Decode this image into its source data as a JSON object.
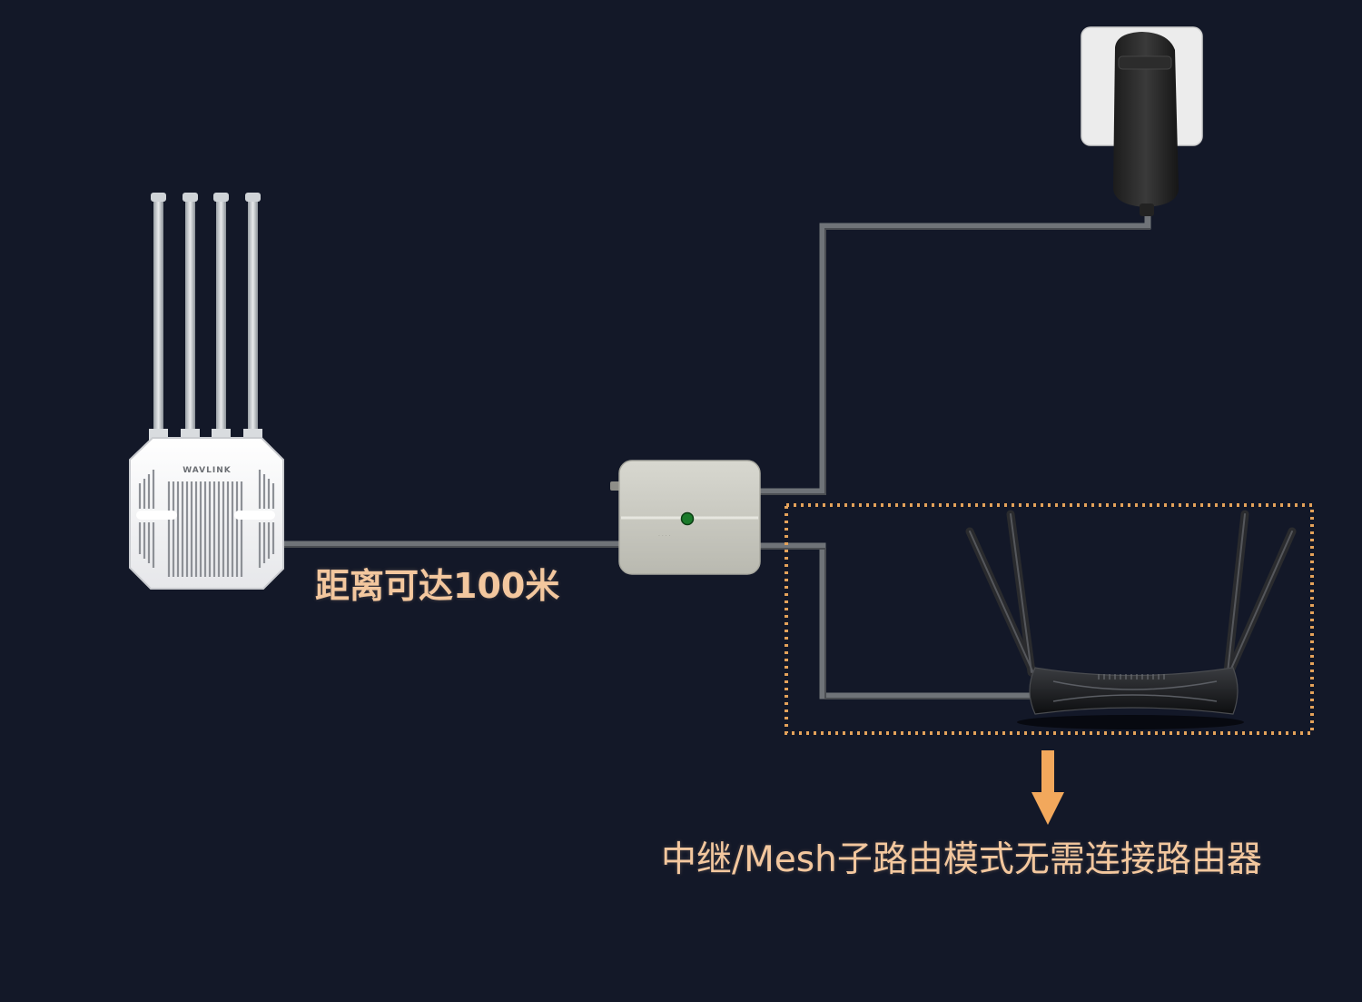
{
  "colors": {
    "background": "#131828",
    "cable": "#6f7378",
    "label": "#f3c79e",
    "highlight_border": "#e4a25a",
    "arrow": "#f2a85c"
  },
  "devices": {
    "outdoor_ap": {
      "brand_text": "WAVLINK",
      "icon": "outdoor-access-point"
    },
    "poe_injector": {
      "icon": "poe-injector"
    },
    "power_adapter": {
      "icon": "wall-power-adapter"
    },
    "mesh_router": {
      "icon": "mesh-router"
    }
  },
  "labels": {
    "distance": "距离可达100米",
    "mode_note": "中继/Mesh子路由模式无需连接路由器"
  },
  "arrow_icon": "arrow-down-icon"
}
